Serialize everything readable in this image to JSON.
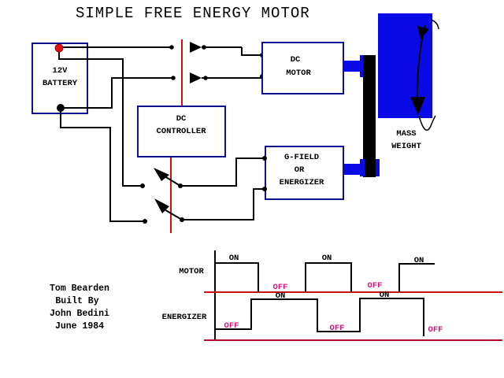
{
  "title": "SIMPLE FREE ENERGY MOTOR",
  "components": {
    "battery": {
      "lines": [
        "12V",
        "BATTERY"
      ]
    },
    "dc_motor": {
      "lines": [
        "DC",
        "MOTOR"
      ]
    },
    "dc_controller": {
      "lines": [
        "DC",
        "CONTROLLER"
      ]
    },
    "energizer": {
      "lines": [
        "G-FIELD",
        "OR",
        "ENERGIZER"
      ]
    },
    "mass_weight": {
      "lines": [
        "MASS",
        "WEIGHT"
      ]
    }
  },
  "credits": {
    "lines": [
      "Tom Bearden",
      "Built By",
      "John Bedini",
      "June 1984"
    ]
  },
  "timing": {
    "motor_label": "MOTOR",
    "energizer_label": "ENERGIZER",
    "on_label": "ON",
    "off_label": "OFF",
    "motor_sequence": [
      "ON",
      "OFF",
      "ON",
      "OFF",
      "ON"
    ],
    "energizer_sequence": [
      "OFF",
      "ON",
      "OFF",
      "ON",
      "OFF"
    ]
  },
  "colors": {
    "wire": "#000000",
    "box_border": "#10108c",
    "mass_weight": "#0a0ae6",
    "shaft": "#0a0ae6",
    "controller_line": "#cc1111",
    "off_text": "#d0157a",
    "battery_positive": "#e01010",
    "battery_negative": "#000000"
  }
}
